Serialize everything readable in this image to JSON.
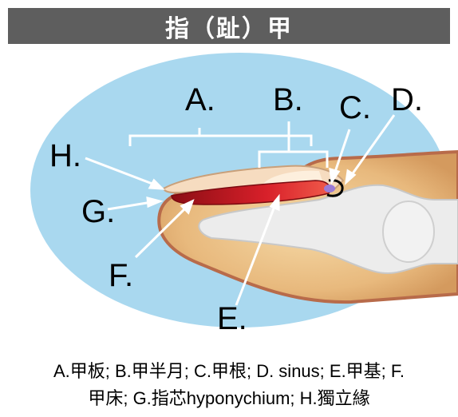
{
  "header": {
    "title": "指（趾）甲"
  },
  "labels": {
    "a": "A.",
    "b": "B.",
    "c": "C.",
    "d": "D.",
    "e": "E.",
    "f": "F.",
    "g": "G.",
    "h": "H."
  },
  "caption": {
    "line1": "A.甲板; B.甲半月; C.甲根; D. sinus; E.甲基; F.",
    "line2": "甲床; G.指芯hyponychium; H.獨立緣"
  },
  "colors": {
    "header_bg": "#5e5e5e",
    "background_ellipse": "#a9d8ef",
    "skin": "#e7b97f",
    "nail_plate": "#f6dcc0",
    "nail_bed": "#c8141e",
    "lunula_spot": "#9b7bd6"
  }
}
